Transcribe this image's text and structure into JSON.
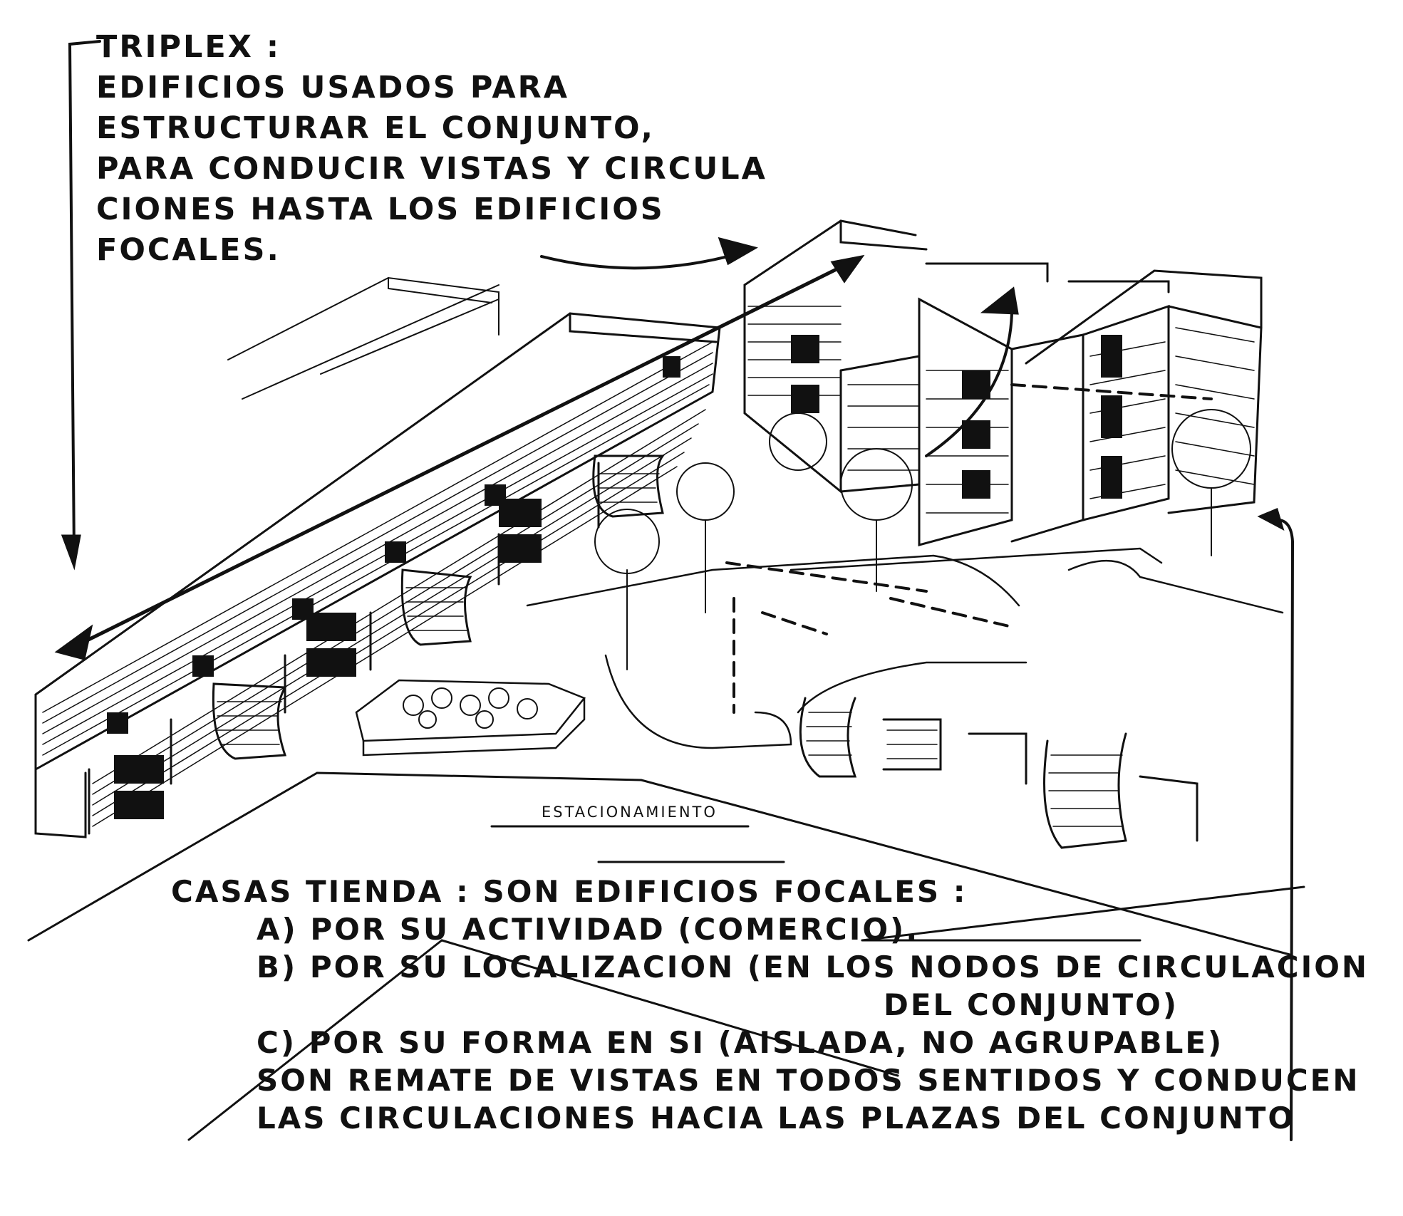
{
  "triplex_note": {
    "title": "TRIPLEX :",
    "lines": [
      "EDIFICIOS USADOS PARA",
      "ESTRUCTURAR EL CONJUNTO,",
      "PARA CONDUCIR VISTAS Y CIRCULA",
      "CIONES HASTA LOS EDIFICIOS",
      "FOCALES."
    ]
  },
  "parking_label": "ESTACIONAMIENTO",
  "casas_note": {
    "title": "CASAS TIENDA : SON EDIFICIOS FOCALES :",
    "item_a": "a) POR SU ACTIVIDAD (COMERCIO).",
    "item_b": "b) POR SU LOCALIZACION (EN LOS NODOS DE CIRCULACION",
    "item_b_cont": "DEL CONJUNTO)",
    "item_c": "c) POR SU FORMA EN SI (AISLADA, NO AGRUPABLE)",
    "closing_1": "SON REMATE DE VISTAS EN TODOS SENTIDOS Y CONDUCEN",
    "closing_2": "LAS CIRCULACIONES HACIA LAS PLAZAS DEL CONJUNTO"
  },
  "colors": {
    "ink": "#111111",
    "paper": "#ffffff"
  }
}
